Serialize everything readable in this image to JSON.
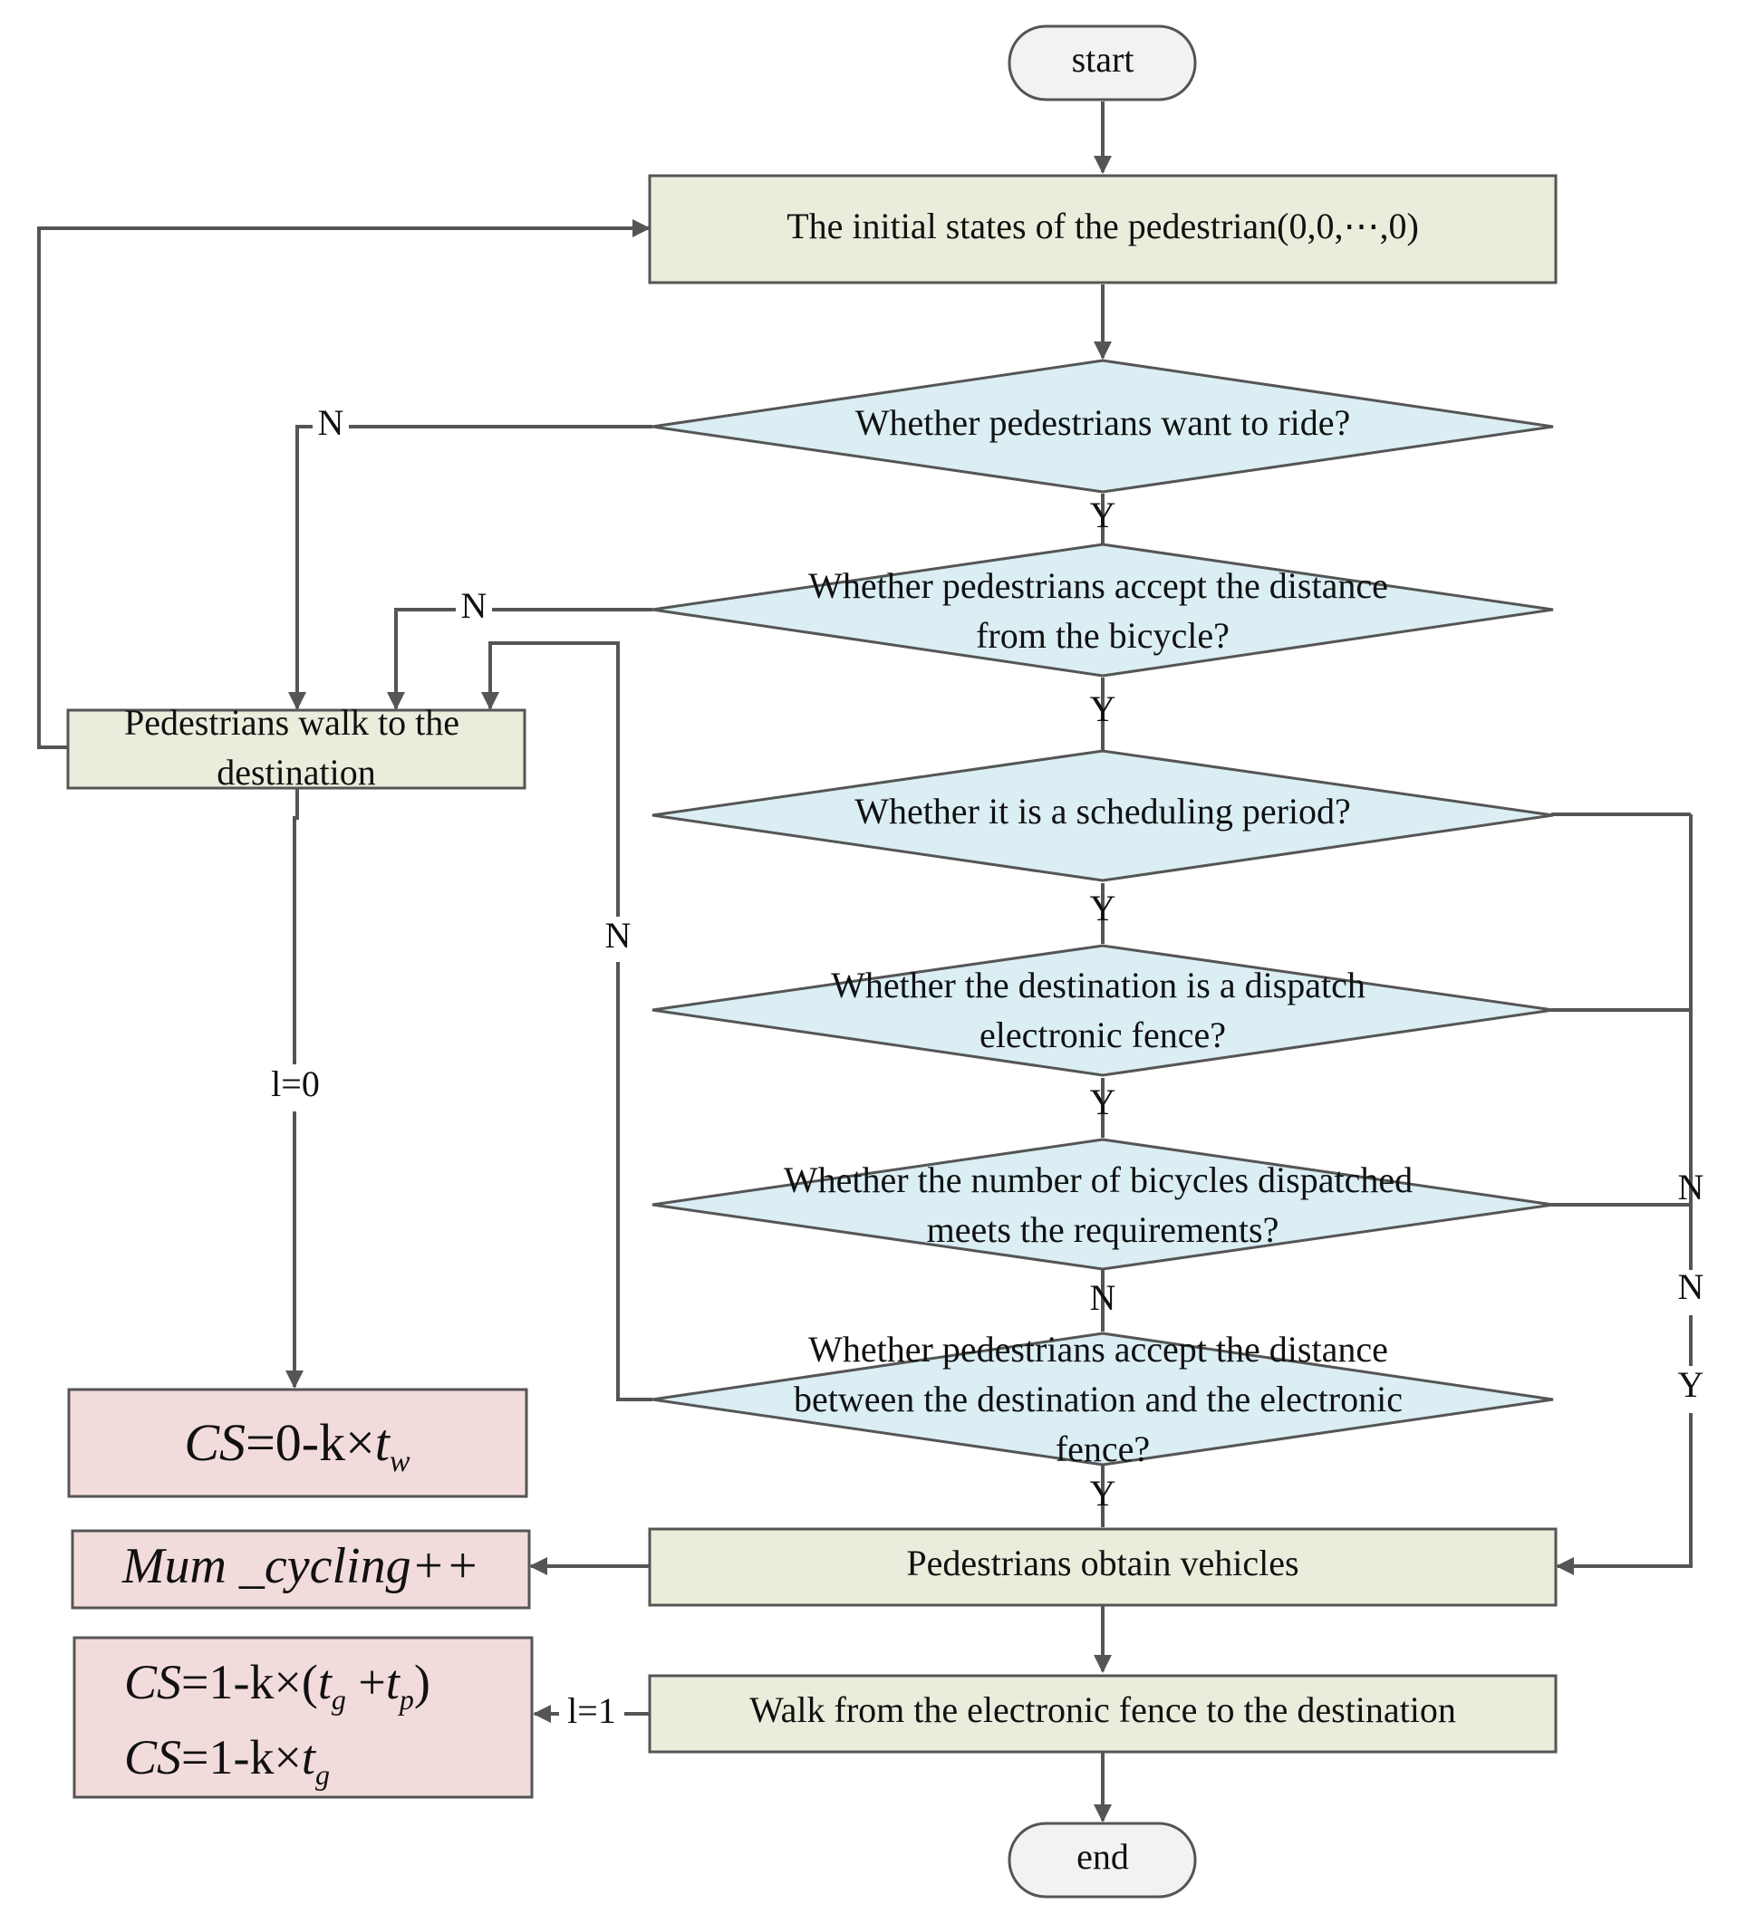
{
  "nodes": {
    "start": "start",
    "end": "end",
    "initial_state": "The initial states of the pedestrian(0,0,⋯,0)",
    "want_ride": "Whether pedestrians want to ride?",
    "accept_distance": [
      "Whether pedestrians accept the distance",
      "from the bicycle?"
    ],
    "scheduling_period": "Whether it is a scheduling period?",
    "dispatch_fence": [
      "Whether the destination is a dispatch",
      "electronic fence?"
    ],
    "bicycles_number": [
      "Whether the number of bicycles dispatched",
      "meets the requirements?"
    ],
    "accept_fence_distance": [
      "Whether pedestrians accept the distance",
      "between the destination and the electronic",
      "fence?"
    ],
    "walk_destination": [
      "Pedestrians walk to the",
      "destination"
    ],
    "obtain_vehicles": "Pedestrians obtain vehicles",
    "walk_from_fence": "Walk from the electronic fence to the destination"
  },
  "formulas": {
    "cs_walk": {
      "cs": "CS",
      "body": "=0-k×",
      "t": "t",
      "sub": "w"
    },
    "num_cycling": "Mum _cycling++",
    "cs_ride_1": {
      "cs": "CS",
      "body": "=1-k×(",
      "t1": "t",
      "sub1": "g",
      "plus": " +",
      "t2": "t",
      "sub2": "p",
      "close": ")"
    },
    "cs_ride_2": {
      "cs": "CS",
      "body": "=1-k×",
      "t": "t",
      "sub": "g"
    }
  },
  "labels": {
    "yes": "Y",
    "no": "N",
    "l0": "l=0",
    "l1": "l=1"
  },
  "colors": {
    "stroke": "#555555",
    "process_fill": "#e8eedb",
    "decision_fill": "#daeef3",
    "result_fill": "#f2dcdb",
    "terminal_fill": "#f2f2f2"
  }
}
